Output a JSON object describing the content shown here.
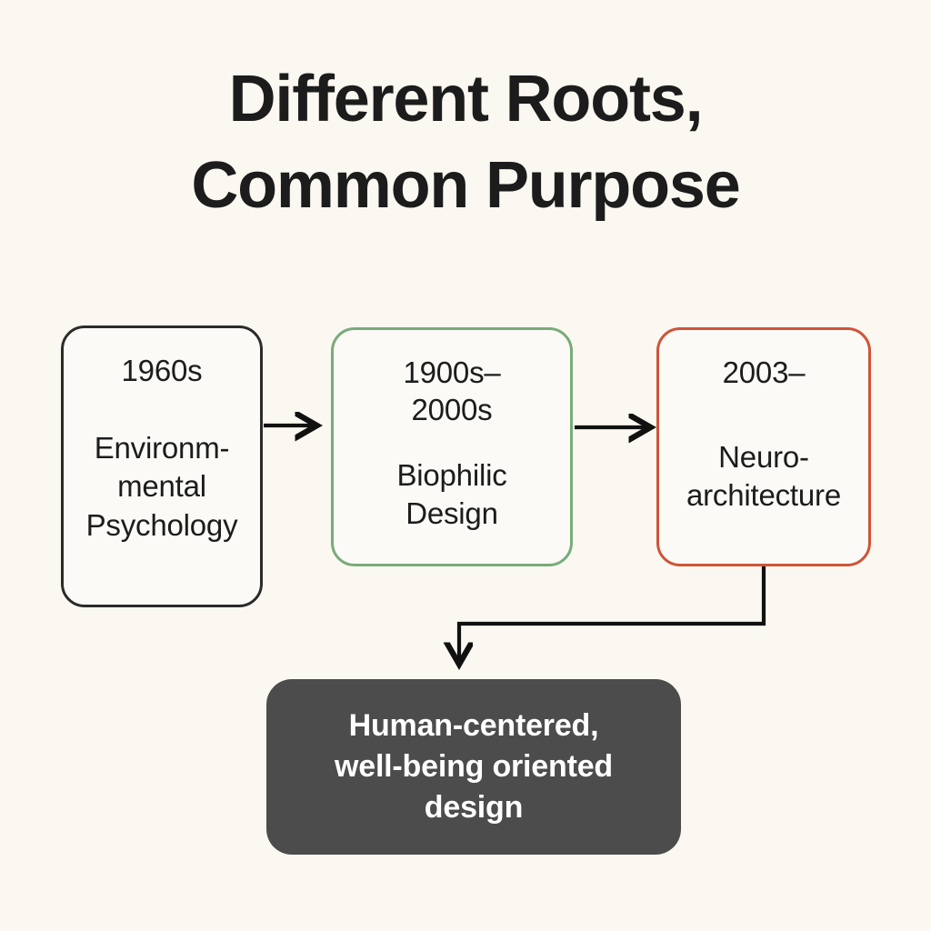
{
  "page": {
    "title": "Different Roots,\nCommon Purpose",
    "background_color": "#FBF8F1",
    "text_color": "#1C1C1C"
  },
  "diagram": {
    "type": "flowchart",
    "orientation": "left-to-right-then-down",
    "stages": [
      {
        "era": "1960s",
        "name": "Environm-\nmental\nPsychology",
        "border_color": "#2B2B2B",
        "fill_color": "#FBFAF6"
      },
      {
        "era": "1900s–\n2000s",
        "name": "Biophilic\nDesign",
        "border_color": "#79AB79",
        "fill_color": "#FBFAF6"
      },
      {
        "era": "2003–",
        "name": "Neuro-\narchitecture",
        "border_color": "#CF5438",
        "fill_color": "#FBFAF6"
      }
    ],
    "outcome": {
      "text": "Human-centered,\nwell-being oriented\ndesign",
      "fill_color": "#4C4C4C",
      "text_color": "#FFFFFF"
    },
    "connectors": [
      {
        "from": "stage-1",
        "to": "stage-2",
        "style": "arrow",
        "color": "#111111"
      },
      {
        "from": "stage-2",
        "to": "stage-3",
        "style": "arrow",
        "color": "#111111"
      },
      {
        "from": "stage-3",
        "to": "outcome",
        "style": "elbow-arrow",
        "color": "#111111"
      }
    ]
  }
}
